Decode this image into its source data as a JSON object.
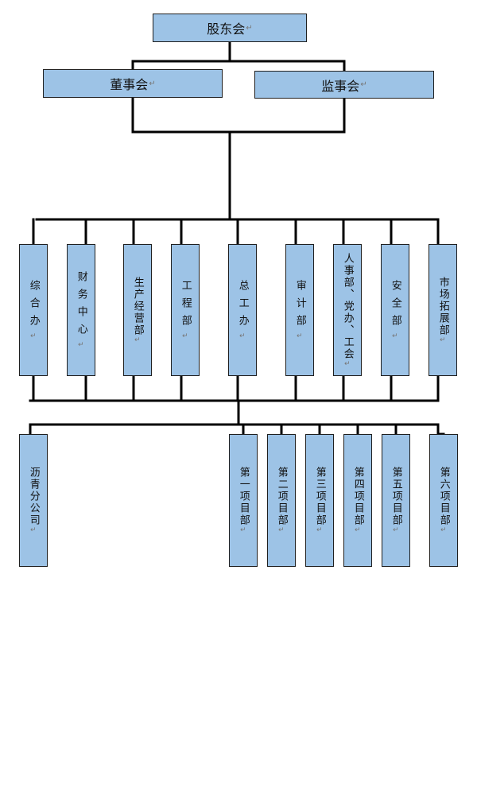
{
  "mark": "↵",
  "top": {
    "label": "股东会"
  },
  "board": {
    "label": "董事会"
  },
  "supervisors": {
    "label": "监事会"
  },
  "departments": [
    {
      "label": "综合办",
      "spaced": true
    },
    {
      "label": "财务中心",
      "spaced": true
    },
    {
      "label": "生产经营部",
      "spaced": false
    },
    {
      "label": "工程部",
      "spaced": true
    },
    {
      "label": "总工办",
      "spaced": true
    },
    {
      "label": "审计部",
      "spaced": true
    },
    {
      "label": "人事部、党办、工会",
      "spaced": false
    },
    {
      "label": "安全部",
      "spaced": true
    },
    {
      "label": "市场拓展部",
      "spaced": false
    }
  ],
  "branch": {
    "label": "沥青分公司"
  },
  "projects": [
    {
      "label": "第一项目部"
    },
    {
      "label": "第二项目部"
    },
    {
      "label": "第三项目部"
    },
    {
      "label": "第四项目部"
    },
    {
      "label": "第五项目部"
    },
    {
      "label": "第六项目部"
    }
  ]
}
